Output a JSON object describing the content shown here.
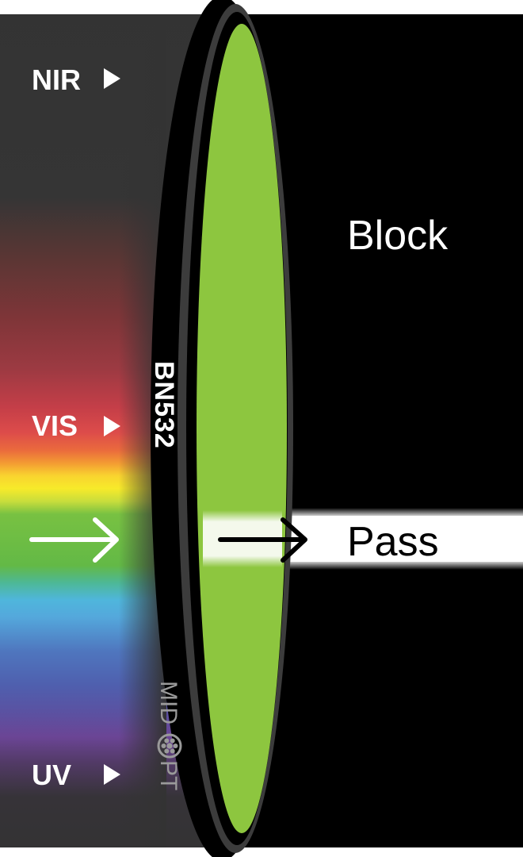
{
  "spectrum": {
    "nir_label": "NIR",
    "vis_label": "VIS",
    "uv_label": "UV"
  },
  "filter": {
    "part_number": "BN532",
    "brand_prefix": "MID",
    "brand_suffix": "PT",
    "glass_color": "#8DC63F"
  },
  "output": {
    "block_label": "Block",
    "pass_label": "Pass"
  },
  "colors": {
    "background_left": "#333333",
    "background_right": "#000000",
    "ring": "#000000",
    "ring_edge": "#3c3c3c",
    "text_light": "#ffffff",
    "text_dark": "#000000"
  }
}
